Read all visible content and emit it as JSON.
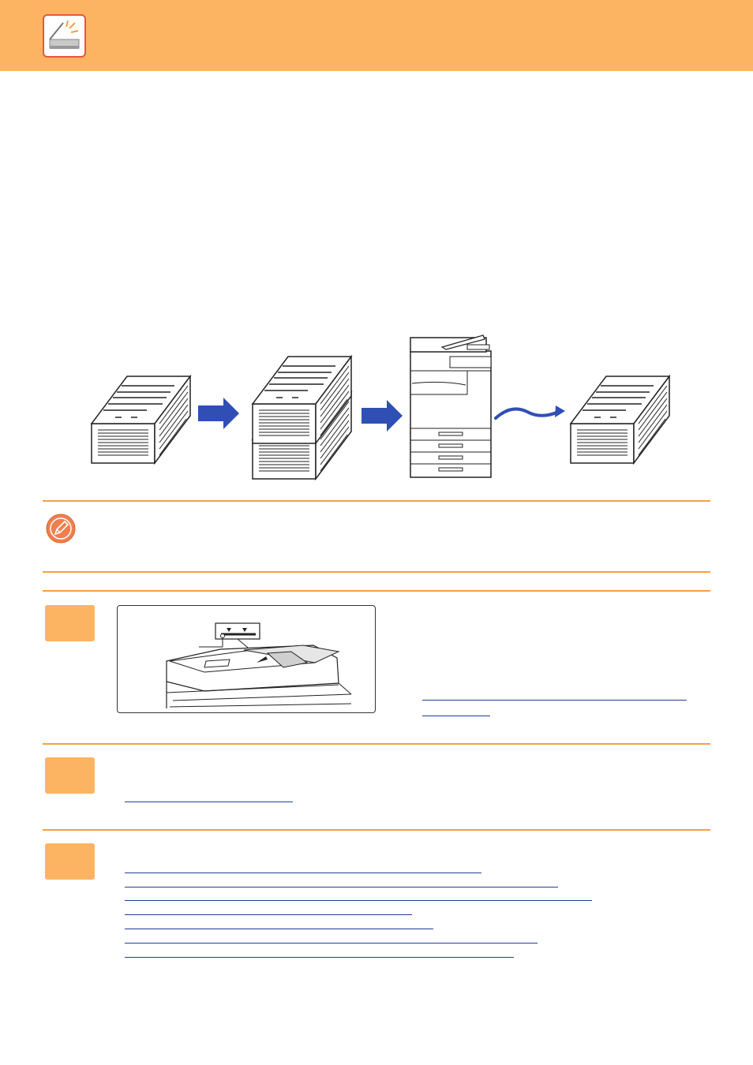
{
  "header": {
    "title": "",
    "icon": "scanner-icon",
    "bg_color": "#fdb462",
    "icon_border_color": "#e8553b"
  },
  "intro": {
    "paragraphs": []
  },
  "note": {
    "icon": "pencil-icon",
    "text": ""
  },
  "steps": [
    {
      "number": "",
      "text": "",
      "links": 2
    },
    {
      "number": "",
      "text": "",
      "links": 1
    },
    {
      "number": "",
      "text": "",
      "links": 7
    }
  ],
  "colors": {
    "accent": "#f5a040",
    "arrow": "#2f4fb5",
    "link": "#1f3d9b"
  }
}
